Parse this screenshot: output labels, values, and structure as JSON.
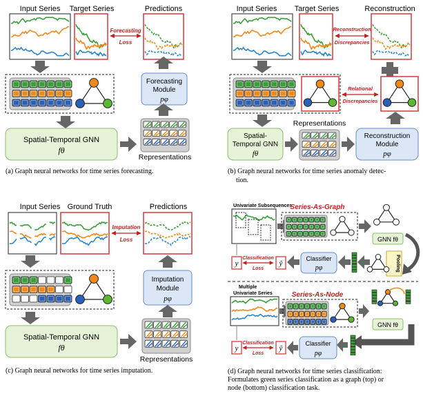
{
  "panel_a": {
    "input_series": "Input Series",
    "target_series": "Target Series",
    "predictions": "Predictions",
    "loss_top": "Forecasting",
    "loss_bottom": "Loss",
    "module_line1": "Forecasting",
    "module_line2": "Module",
    "module_symbol": "pφ",
    "gnn_label": "Spatial-Temporal GNN",
    "gnn_symbol": "fθ",
    "representations": "Representations",
    "caption": "(a) Graph neural networks for time series forecasting."
  },
  "panel_b": {
    "input_series": "Input Series",
    "target_series": "Target Series",
    "reconstruction": "Reconstruction",
    "recon_disc_top": "Reconstruction",
    "recon_disc_bottom": "Discrepancies",
    "rel_disc_top": "Relational",
    "rel_disc_bottom": "Discrepancies",
    "representations": "Representations",
    "gnn_line1": "Spatial-",
    "gnn_line2": "Temporal GNN",
    "gnn_symbol": "fθ",
    "module_line1": "Reconstruction",
    "module_line2": "Module",
    "module_symbol": "pφ",
    "caption_line1": "(b) Graph neural networks for time series anomaly detec-",
    "caption_line2": "tion."
  },
  "panel_c": {
    "input_series": "Input Series",
    "ground_truth": "Ground Truth",
    "predictions": "Predictions",
    "loss_top": "Imputation",
    "loss_bottom": "Loss",
    "module_line1": "Imputation",
    "module_line2": "Module",
    "module_symbol": "pφ",
    "gnn_label": "Spatial-Temporal GNN",
    "gnn_symbol": "fθ",
    "representations": "Representations",
    "caption": "(c) Graph neural networks for time series imputation."
  },
  "panel_d": {
    "univariate_subsequences": "Univariate Subsequences",
    "series_as_graph": "Series-As-Graph",
    "gnn_top": "GNN fθ",
    "pooling": "Pooling",
    "classifier_top": "Classifier",
    "classifier_top_symbol": "pφ",
    "classification_top": "Classification",
    "loss_top": "Loss",
    "y_top": "y",
    "yhat_top": "ŷ",
    "multiple_line1": "Multiple",
    "multiple_line2": "Univariate Series",
    "series_as_node": "Series-As-Node",
    "gnn_bottom": "GNN fθ",
    "classifier_bottom": "Classifier",
    "classifier_bottom_symbol": "pφ",
    "classification_bottom": "Classification",
    "loss_bottom": "Loss",
    "y_bottom": "y",
    "yhat_bottom": "ŷ",
    "caption_line1": "(d) Graph neural networks for time series classification:",
    "caption_line2": "Formulates green series classification as a graph (top) or",
    "caption_line3": "node (bottom) classification task."
  },
  "colors": {
    "green_series": "#3a9e3a",
    "orange_series": "#ef8a1a",
    "blue_series": "#2c86c4",
    "red_frame": "#d23a3a",
    "dark_red_text": "#c02020",
    "green_box": "#e6f3d8",
    "blue_box": "#dbe7f7",
    "node_orange": "#ef8a1a",
    "node_blue": "#2c5fb6",
    "node_green": "#5cb833",
    "arrow_gray": "#666666"
  }
}
